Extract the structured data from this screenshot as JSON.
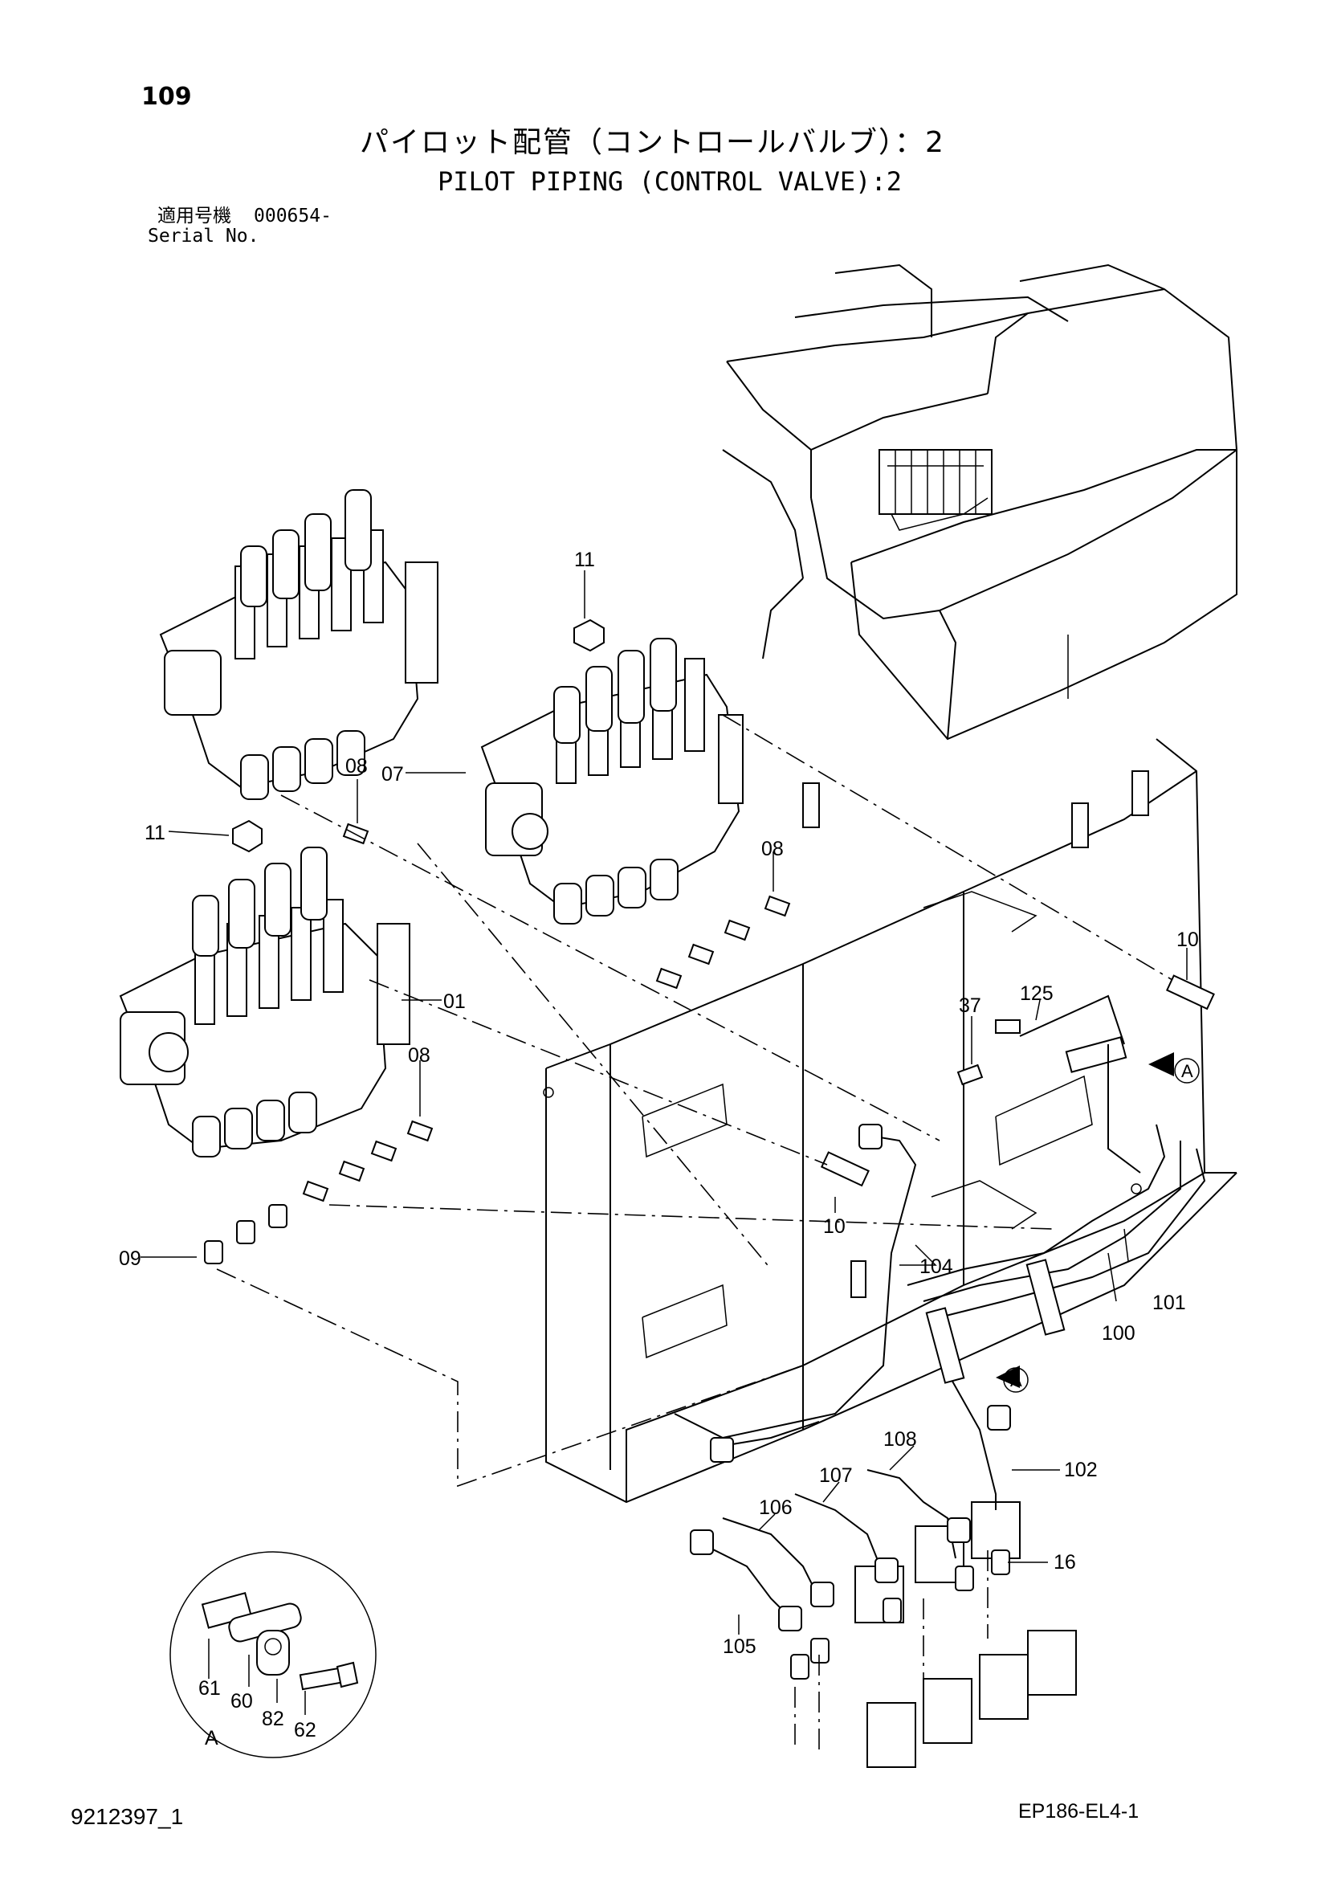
{
  "header": {
    "page_number": "109",
    "title_jp": "パイロット配管（コントロールバルブ）：2",
    "title_en": "PILOT PIPING (CONTROL VALVE):2",
    "serial_label_jp": "適用号機",
    "serial_value": "000654-",
    "serial_label_en": "Serial No."
  },
  "callouts": {
    "p11_top": "11",
    "p07": "07",
    "p08_top": "08",
    "p11_left": "11",
    "p08_mid": "08",
    "p01": "01",
    "p08_low": "08",
    "p09": "09",
    "p10_right": "10",
    "p125": "125",
    "p37": "37",
    "pA_right": "A",
    "p10_mid": "10",
    "p104": "104",
    "p101": "101",
    "p100": "100",
    "pA_mid": "A",
    "p108": "108",
    "p102": "102",
    "p107": "107",
    "p106": "106",
    "p16": "16",
    "p105": "105"
  },
  "detail_a": {
    "p61": "61",
    "p60": "60",
    "p82": "82",
    "p62": "62",
    "label": "A"
  },
  "footer": {
    "drawing_number": "9212397_1",
    "sheet_code": "EP186-EL4-1"
  }
}
